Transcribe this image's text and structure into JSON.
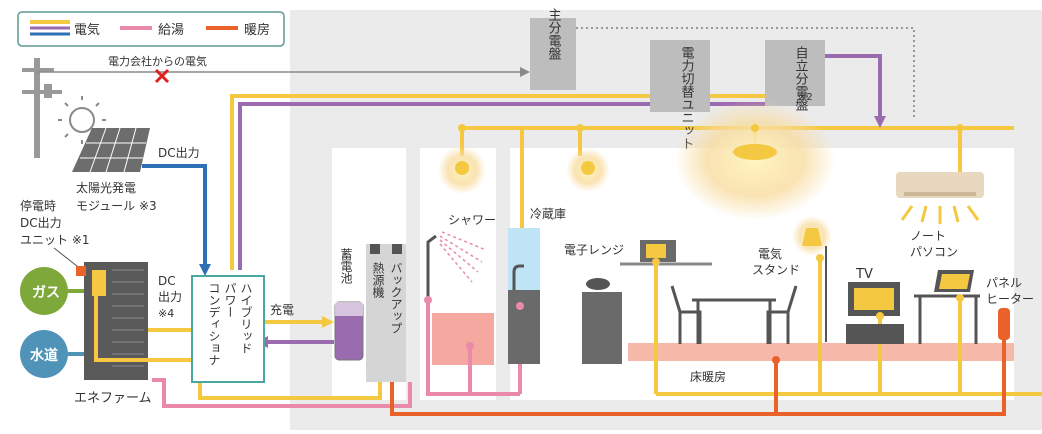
{
  "legend": {
    "electric": "電気",
    "hotwater": "給湯",
    "heating": "暖房"
  },
  "labels": {
    "grid_power": "電力会社からの電気",
    "main_panel": "主分電盤",
    "switch_unit": "電力切替ユニット",
    "self_panel": "自立分電盤",
    "self_panel_note": "※2",
    "solar": "太陽光発電",
    "solar_module": "モジュール ※3",
    "dc_out": "DC出力",
    "outage_line1": "停電時",
    "outage_line2": "DC出力",
    "outage_line3": "ユニット ※1",
    "gas": "ガス",
    "water": "水道",
    "enefarm": "エネファーム",
    "dc_out4_line1": "DC",
    "dc_out4_line2": "出力",
    "dc_out4_line3": "※4",
    "hybrid_line1": "ハイブリッド",
    "hybrid_line2": "パワー",
    "hybrid_line3": "コンディショナ",
    "charge": "充電",
    "battery": "蓄電池",
    "heat_source": "熱源機",
    "backup": "バックアップ",
    "shower": "シャワー",
    "fridge": "冷蔵庫",
    "microwave": "電子レンジ",
    "lamp_line1": "電気",
    "lamp_line2": "スタンド",
    "tv": "TV",
    "laptop_line1": "ノート",
    "laptop_line2": "パソコン",
    "panel_heater_line1": "パネル",
    "panel_heater_line2": "ヒーター",
    "floor_heating": "床暖房"
  },
  "colors": {
    "electric": "#f5c842",
    "hotwater": "#e98aa8",
    "heating": "#e8622a",
    "dc": "#2f6fb6",
    "battery_purple": "#9b6bb0",
    "gas": "#7fa83a",
    "water": "#4f93b8",
    "house": "#e9e9e9",
    "box_gray": "#bdbdbd",
    "teal_border": "#4aa6a0"
  },
  "icons": [
    "sun-icon",
    "power-pole-icon",
    "cross-icon",
    "shower-head-icon",
    "light-bulb-icon",
    "air-conditioner-icon",
    "tv-icon",
    "laptop-icon",
    "microwave-icon",
    "table-icon",
    "chair-icon",
    "faucet-icon",
    "floor-lamp-icon"
  ]
}
